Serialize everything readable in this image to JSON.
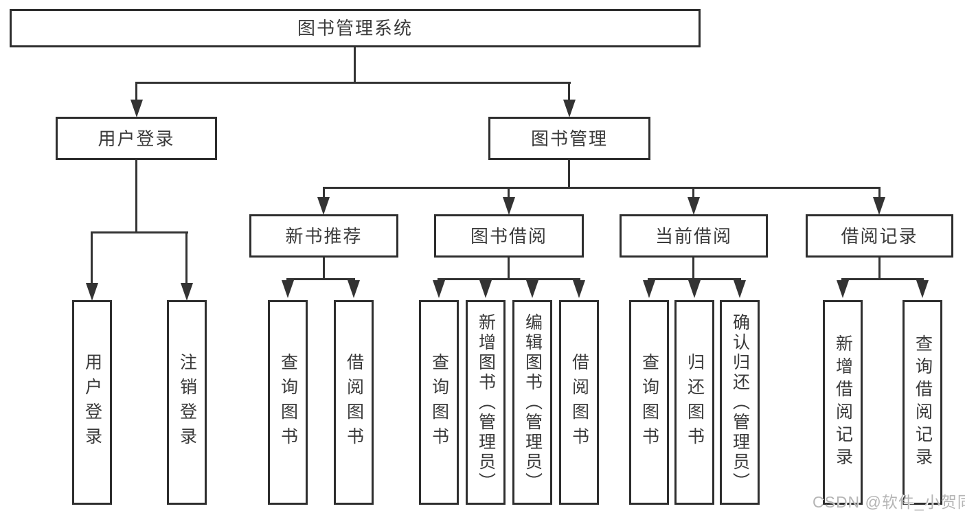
{
  "background": "#ffffff",
  "colors": {
    "line": "#333333",
    "box_border": "#2e2e2e",
    "text": "#3a3a3a",
    "watermark": "#b5b5b5"
  },
  "watermark": {
    "text": "CSDN @软件_小贺同学"
  },
  "nodes": {
    "root": {
      "label": "图书管理系统"
    },
    "level2": [
      {
        "id": "user-login",
        "label": "用户登录"
      },
      {
        "id": "book-management",
        "label": "图书管理"
      }
    ],
    "level3": [
      {
        "id": "new-book-recommend",
        "label": "新书推荐",
        "parent": "book-management"
      },
      {
        "id": "book-borrow",
        "label": "图书借阅",
        "parent": "book-management"
      },
      {
        "id": "current-borrow",
        "label": "当前借阅",
        "parent": "book-management"
      },
      {
        "id": "borrow-records",
        "label": "借阅记录",
        "parent": "book-management"
      }
    ],
    "level4": [
      {
        "id": "user-login-op",
        "label": "用户登录",
        "parent": "user-login"
      },
      {
        "id": "logout-op",
        "label": "注销登录",
        "parent": "user-login"
      },
      {
        "id": "query-book-1",
        "label": "查询图书",
        "parent": "new-book-recommend"
      },
      {
        "id": "borrow-book-1",
        "label": "借阅图书",
        "parent": "new-book-recommend"
      },
      {
        "id": "query-book-2",
        "label": "查询图书",
        "parent": "book-borrow"
      },
      {
        "id": "add-book-admin",
        "label": "新增图书（管理员）",
        "parent": "book-borrow"
      },
      {
        "id": "edit-book-admin",
        "label": "编辑图书（管理员）",
        "parent": "book-borrow"
      },
      {
        "id": "borrow-book-2",
        "label": "借阅图书",
        "parent": "book-borrow"
      },
      {
        "id": "query-book-3",
        "label": "查询图书",
        "parent": "current-borrow"
      },
      {
        "id": "return-book",
        "label": "归还图书",
        "parent": "current-borrow"
      },
      {
        "id": "confirm-return-admin",
        "label": "确认归还（管理员）",
        "parent": "current-borrow"
      },
      {
        "id": "add-borrow-record",
        "label": "新增借阅记录",
        "parent": "borrow-records"
      },
      {
        "id": "query-borrow-record",
        "label": "查询借阅记录",
        "parent": "borrow-records"
      }
    ]
  }
}
